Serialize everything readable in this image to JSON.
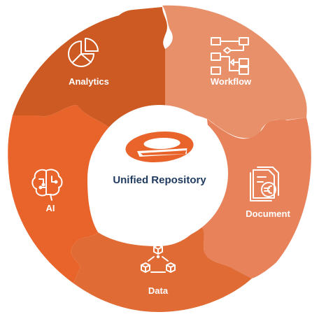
{
  "center": {
    "logo": "e-logo",
    "label": "Unified Repository"
  },
  "colors": {
    "analytics": "#cc5a22",
    "workflow": "#e8906a",
    "document": "#e8825a",
    "data": "#e06b35",
    "ai": "#e8642a",
    "center_text": "#1f3a5f",
    "logo": "#e8642a"
  },
  "segments": [
    {
      "id": "analytics",
      "label": "Analytics",
      "icon": "pie-chart-icon"
    },
    {
      "id": "workflow",
      "label": "Workflow",
      "icon": "flowchart-icon"
    },
    {
      "id": "document",
      "label": "Document",
      "icon": "document-euro-icon"
    },
    {
      "id": "data",
      "label": "Data",
      "icon": "cubes-icon"
    },
    {
      "id": "ai",
      "label": "AI",
      "icon": "brain-icon"
    }
  ]
}
